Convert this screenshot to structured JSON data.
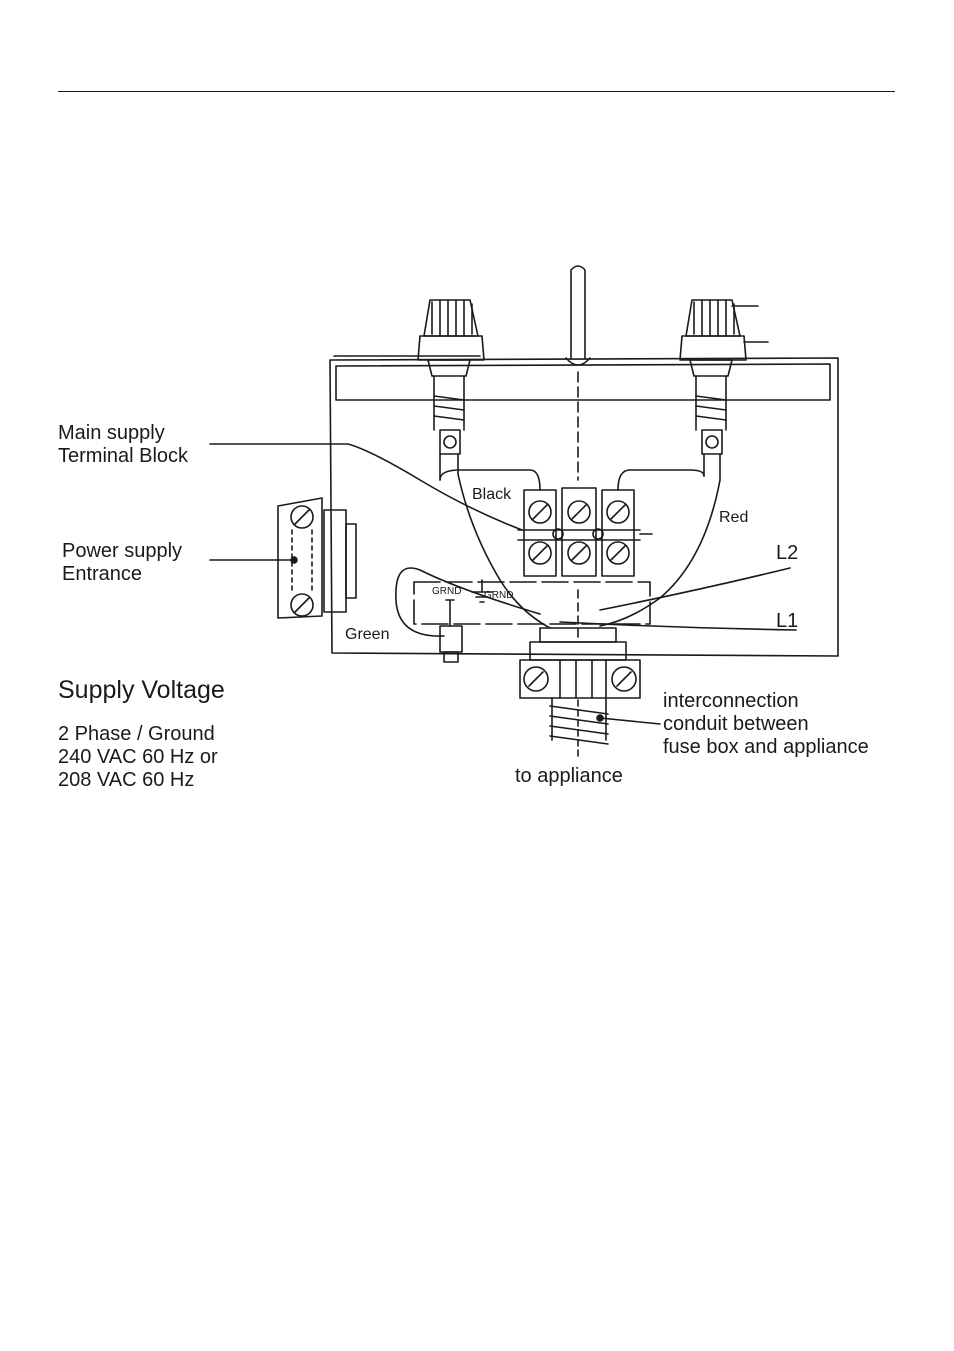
{
  "labels": {
    "main_supply": [
      "Main supply",
      "Terminal Block"
    ],
    "power_supply": [
      "Power supply",
      "Entrance"
    ],
    "black": "Black",
    "red": "Red",
    "green": "Green",
    "l2": "L2",
    "l1": "L1",
    "grnd_1": "GRND",
    "grnd_2": "GRND",
    "interconnection": [
      "interconnection",
      "conduit between",
      "fuse box and appliance"
    ],
    "to_appliance": "to appliance"
  },
  "supply": {
    "heading": "Supply Voltage",
    "lines": [
      "2 Phase / Ground",
      "240 VAC 60 Hz or",
      "208 VAC 60 Hz"
    ]
  }
}
